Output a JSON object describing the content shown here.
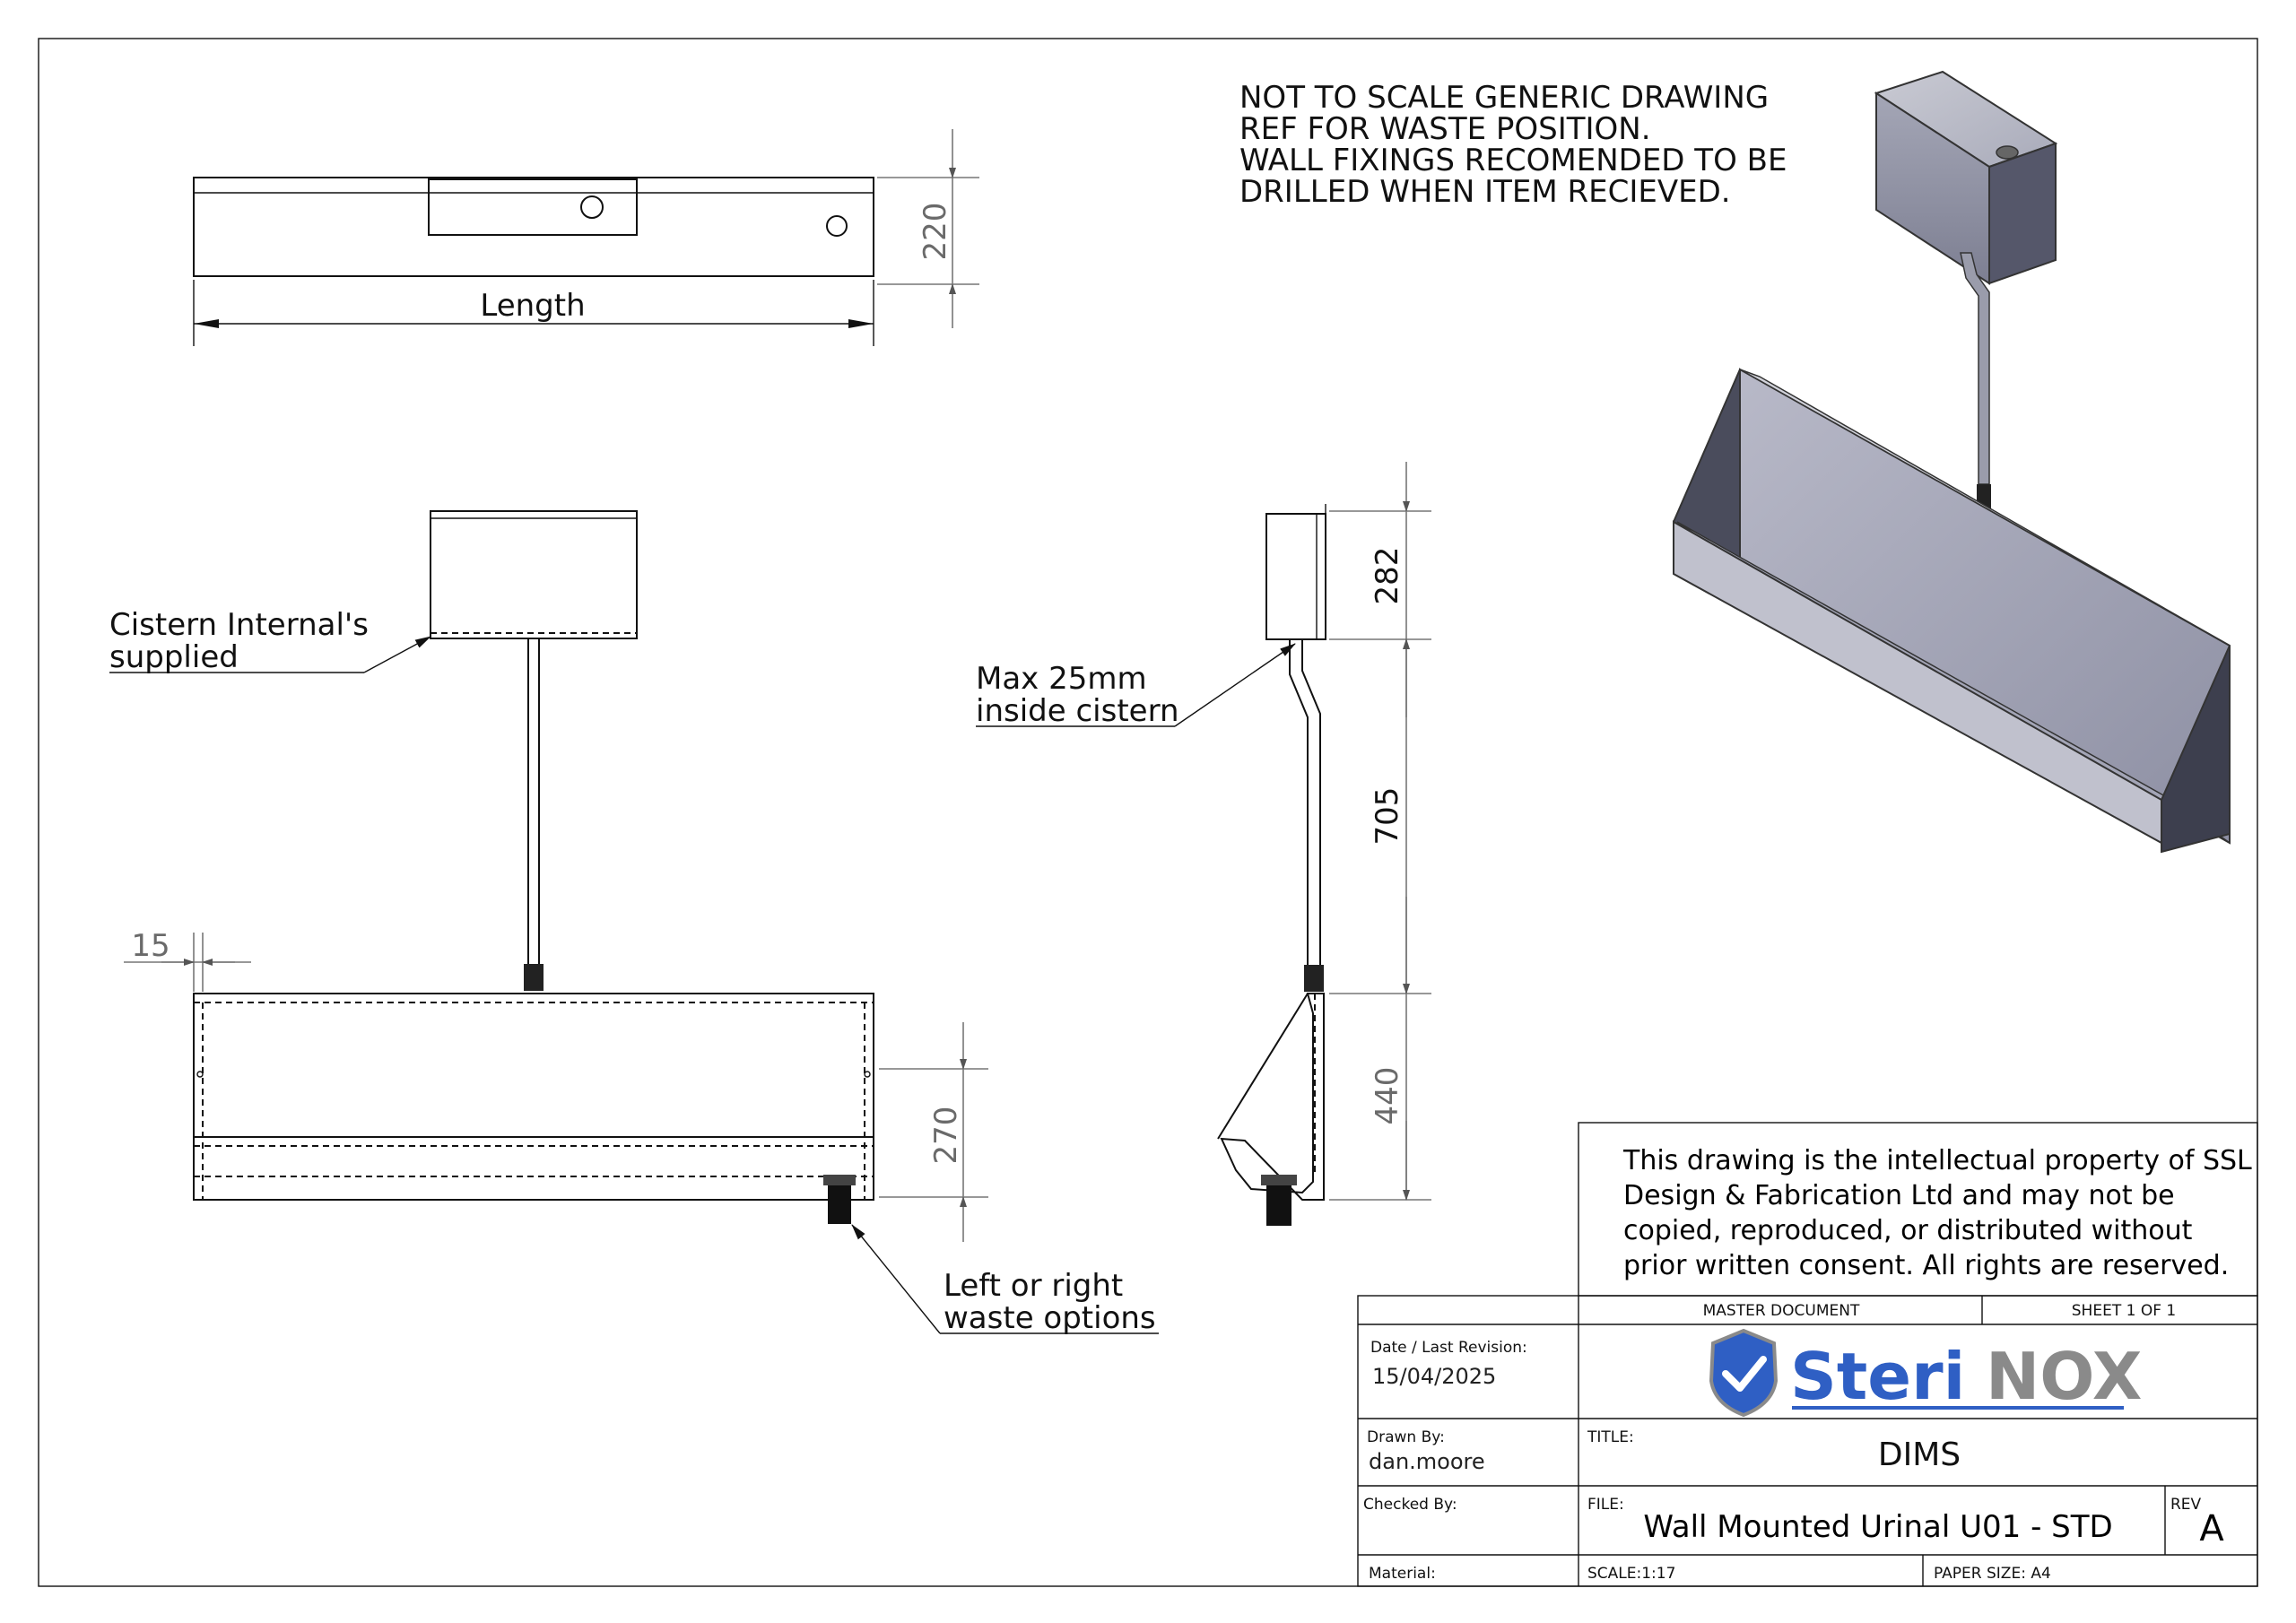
{
  "notes": {
    "header_lines": [
      "NOT TO SCALE GENERIC DRAWING",
      "REF FOR WASTE POSITION.",
      "WALL FIXINGS RECOMENDED TO BE",
      "DRILLED WHEN ITEM RECIEVED."
    ],
    "cistern_callout": [
      "Cistern Internal's",
      "supplied"
    ],
    "pipe_callout": [
      "Max 25mm",
      "inside cistern"
    ],
    "waste_callout": [
      "Left or right",
      "waste options"
    ],
    "ip_notice_lines": [
      "This drawing is the intellectual property of SSL",
      "Design & Fabrication Ltd and may not be",
      "copied, reproduced, or distributed without",
      "prior written consent. All rights are reserved."
    ]
  },
  "dimensions": {
    "top_height": "220",
    "length": "Length",
    "side_lip": "15",
    "front_270": "270",
    "side_282": "282",
    "side_705": "705",
    "side_440": "440"
  },
  "title_block": {
    "master_document": "MASTER DOCUMENT",
    "sheet": "SHEET 1 OF 1",
    "date_label": "Date / Last Revision:",
    "date_value": "15/04/2025",
    "drawn_by_label": "Drawn By:",
    "drawn_by_value": "dan.moore",
    "checked_by_label": "Checked By:",
    "material_label": "Material:",
    "title_label": "TITLE:",
    "title_value": "DIMS",
    "file_label": "FILE:",
    "file_value": "Wall Mounted Urinal U01 - STD",
    "rev_label": "REV",
    "rev_value": "A",
    "scale": "SCALE:1:17",
    "paper_size": "PAPER SIZE: A4",
    "logo_text_dark": "Steri",
    "logo_text_grey": "NOX",
    "colors": {
      "logo_blue": "#2f5fc4",
      "logo_grey": "#8a8a8a"
    }
  }
}
